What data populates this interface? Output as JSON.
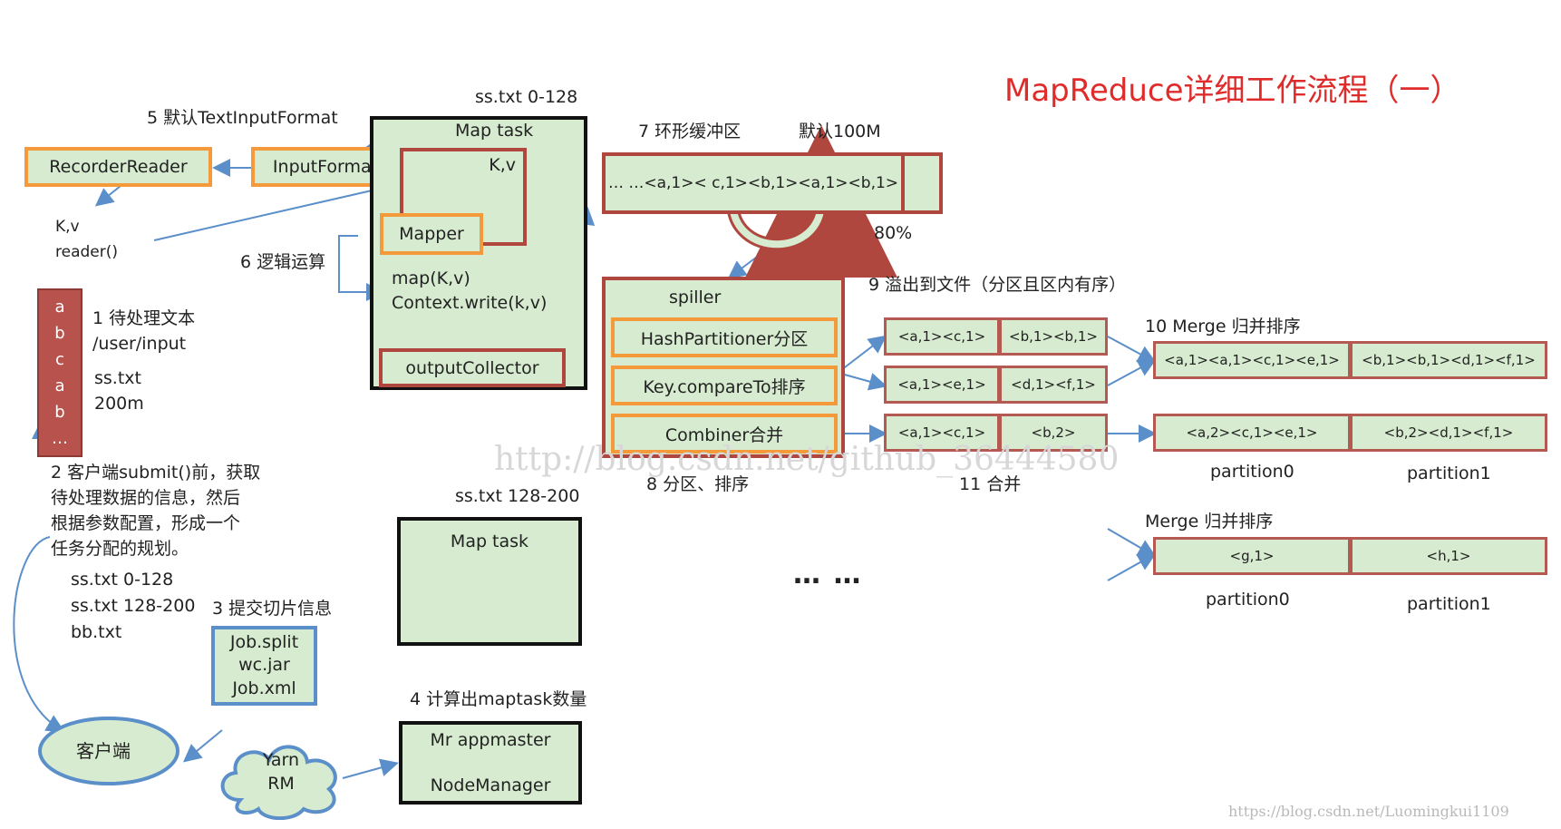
{
  "title": "MapReduce详细工作流程（一）",
  "labels": {
    "default_input_format": "5 默认TextInputFormat",
    "split1": "ss.txt 0-128",
    "ring_buffer": "7 环形缓冲区",
    "default_size": "默认100M",
    "kv": "K,v",
    "reader": "reader()",
    "logic": "6 逻辑运算",
    "pct": "80%",
    "spill": "9 溢出到文件（分区且区内有序）",
    "merge10": "10 Merge 归并排序",
    "source_text": "1 待处理文本",
    "input_path": "/user/input",
    "file_name": "ss.txt",
    "file_size": "200m",
    "client_desc": [
      "2 客户端submit()前，获取",
      "待处理数据的信息，然后",
      "根据参数配置，形成一个",
      "任务分配的规划。"
    ],
    "splits": [
      "ss.txt  0-128",
      "ss.txt  128-200",
      "bb.txt"
    ],
    "submit_split": "3 提交切片信息",
    "partition_sort": "8 分区、排序",
    "combine": "11 合并",
    "split2": "ss.txt 128-200",
    "merge": "Merge 归并排序",
    "ellipsis": "…  …",
    "compute_maptask": "4 计算出maptask数量",
    "partition0": "partition0",
    "partition1": "partition1"
  },
  "boxes": {
    "recorder_reader": "RecorderReader",
    "input_format": "InputFormat",
    "map_task": "Map task",
    "kv": "K,v",
    "mapper": "Mapper",
    "map_fn": "map(K,v)",
    "context_write": "Context.write(k,v)",
    "output_collector": "outputCollector",
    "buffer_content": "… …<a,1>< c,1><b,1><a,1><b,1>",
    "spiller": "spiller",
    "hash_partitioner": "HashPartitioner分区",
    "key_compare": "Key.compareTo排序",
    "combiner": "Combiner合并",
    "map_task2": "Map task",
    "job_files": [
      "Job.split",
      "wc.jar",
      "Job.xml"
    ],
    "client": "客户端",
    "yarn": [
      "Yarn",
      "RM"
    ],
    "mr_appmaster": "Mr appmaster",
    "node_manager": "NodeManager"
  },
  "column_letters": [
    "a",
    "b",
    "c",
    "a",
    "b",
    "…"
  ],
  "spill_cells": [
    [
      "<a,1><c,1>",
      "<b,1><b,1>"
    ],
    [
      "<a,1><e,1>",
      "<d,1><f,1>"
    ],
    [
      "<a,1><c,1>",
      "<b,2>"
    ]
  ],
  "merged_cells": [
    [
      "<a,1><a,1><c,1><e,1>",
      "<b,1><b,1><d,1><f,1>"
    ],
    [
      "<a,2><c,1><e,1>",
      "<b,2><d,1><f,1>"
    ],
    [
      "<g,1>",
      "<h,1>"
    ]
  ],
  "watermarks": {
    "center": "http://blog.csdn.net/github_36444580",
    "corner": "https://blog.csdn.net/Luomingkui1109"
  },
  "colors": {
    "title": "#e02b2b",
    "box_fill": "#d6ebcf",
    "orange_border": "#f59a3a",
    "red_border": "#b0473f",
    "blue_border": "#5b8fc9",
    "arrow": "#5b8fc9",
    "file_column": "#b7524d"
  }
}
